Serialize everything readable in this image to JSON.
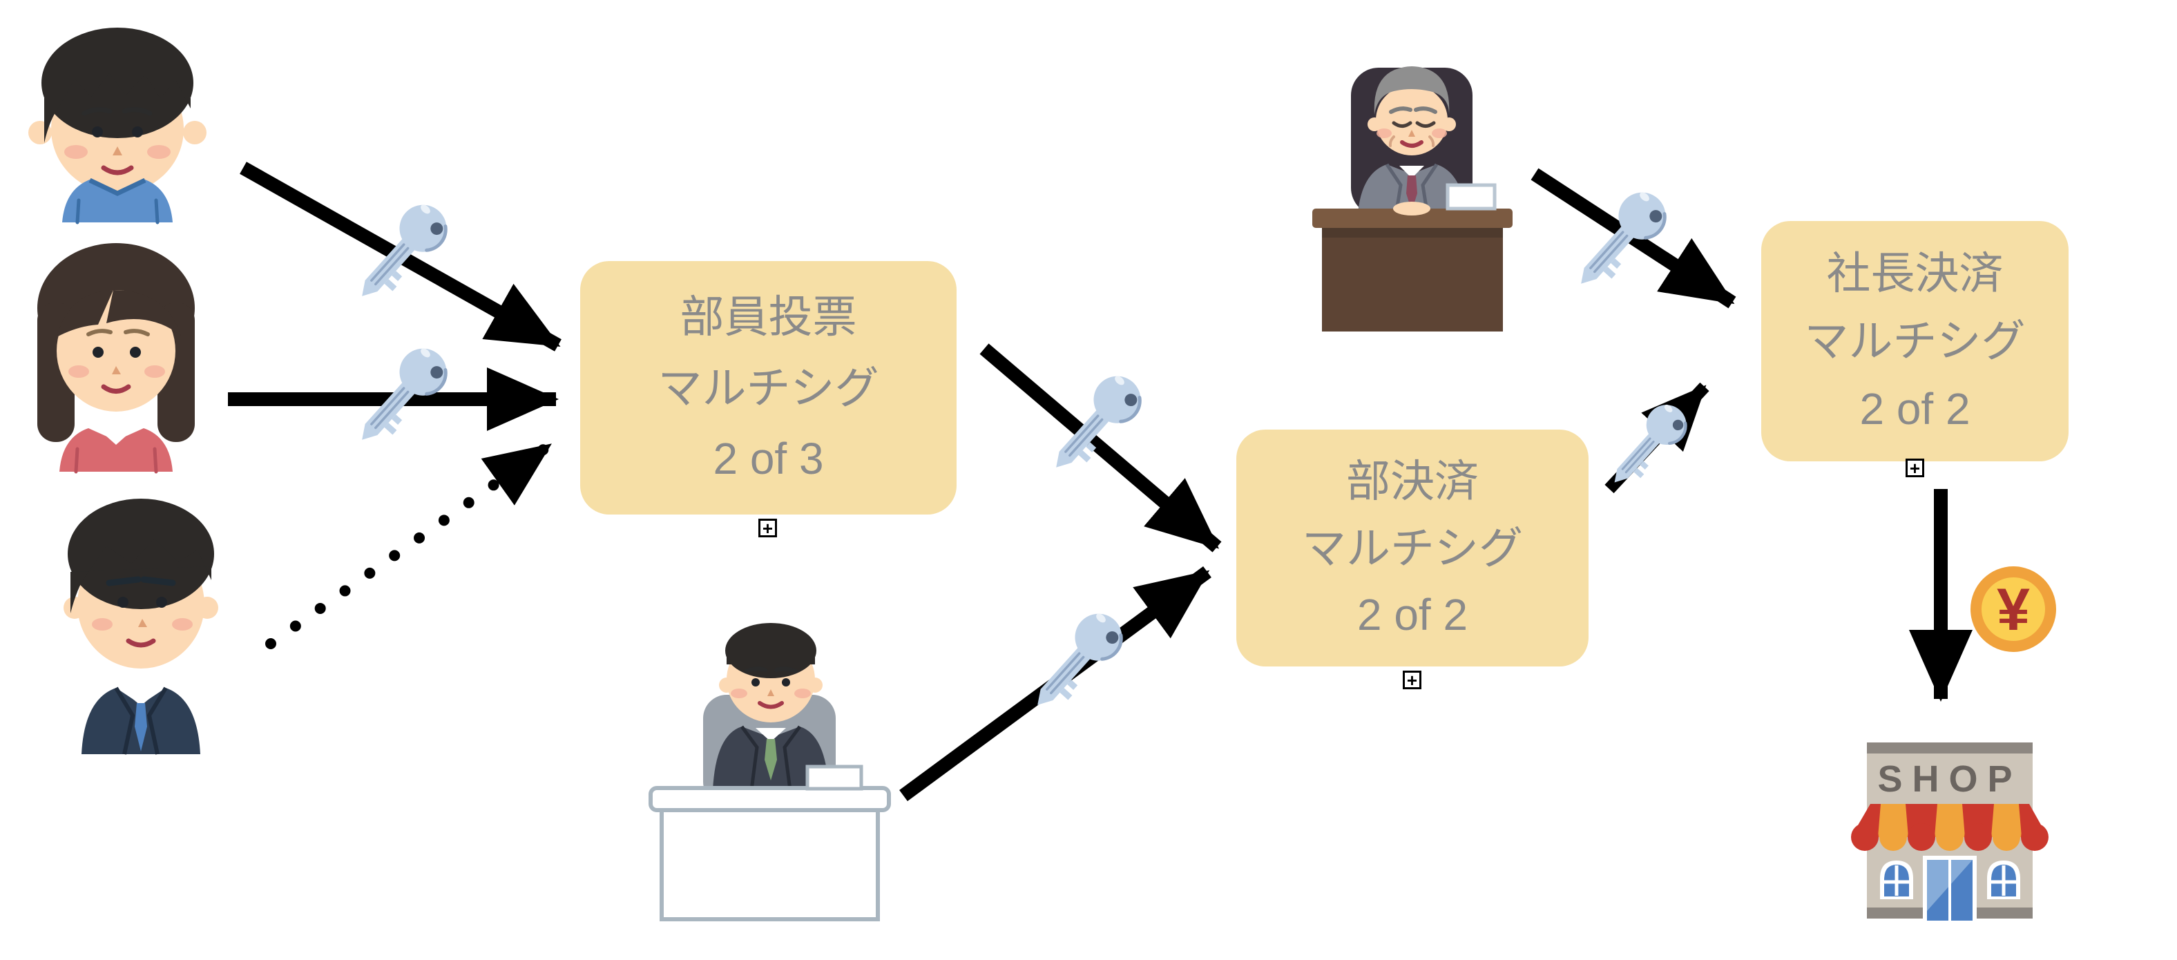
{
  "nodes": [
    {
      "id": "member-vote",
      "line1": "部員投票",
      "line2": "マルチシグ",
      "line3": "2 of 3"
    },
    {
      "id": "dept-approval",
      "line1": "部決済",
      "line2": "マルチシグ",
      "line3": "2 of 2"
    },
    {
      "id": "president-approval",
      "line1": "社長決済",
      "line2": "マルチシグ",
      "line3": "2 of 2"
    }
  ],
  "shop": {
    "sign": "SHOP"
  },
  "coin": {
    "symbol": "¥"
  },
  "ui": {
    "expand_glyph": "+"
  },
  "actors": [
    {
      "name": "employee-blue-shirt"
    },
    {
      "name": "employee-pink-top"
    },
    {
      "name": "employee-navy-suit"
    },
    {
      "name": "department-manager-at-desk"
    },
    {
      "name": "president-at-desk"
    }
  ],
  "icons": {
    "key": "key-icon",
    "coin": "yen-coin-icon",
    "shop": "shop-icon",
    "expand": "expand-plus-icon"
  },
  "colors": {
    "box_fill": "#f6dfa6",
    "box_text": "#8a8a8a",
    "arrow": "#000000",
    "key_body": "#bfd2e7",
    "key_shadow": "#8fa6c4",
    "key_hole": "#4f6078",
    "skin": "#fcd9b4",
    "blush": "#f5b39e",
    "hair_black": "#2d2a28",
    "hair_brown": "#3f332d",
    "hair_gray": "#8f8f8f",
    "p1_shirt": "#5d90cb",
    "p1_collar": "#3a6ea5",
    "p2_shirt": "#d9696f",
    "p3_suit": "#2e3f55",
    "manager_suit": "#3d4350",
    "manager_tie": "#7fa474",
    "manager_chair": "#9aa2ab",
    "desk_outline": "#a9b6c0",
    "exec_suit": "#7d828e",
    "exec_tie": "#8e4a5e",
    "exec_chair": "#38313b",
    "desk_brown": "#7b5a41",
    "desk_brown_dark": "#5d4434",
    "coin_ring": "#f0a23c",
    "coin_face": "#fbcf52",
    "coin_symbol": "#a8312d",
    "shop_wall": "#cdc5b9",
    "shop_band": "#8d8781",
    "shop_letters": "#6b6560",
    "awning_red": "#cb382d",
    "awning_orange": "#f0a43c",
    "shop_blue": "#4d80c4"
  }
}
